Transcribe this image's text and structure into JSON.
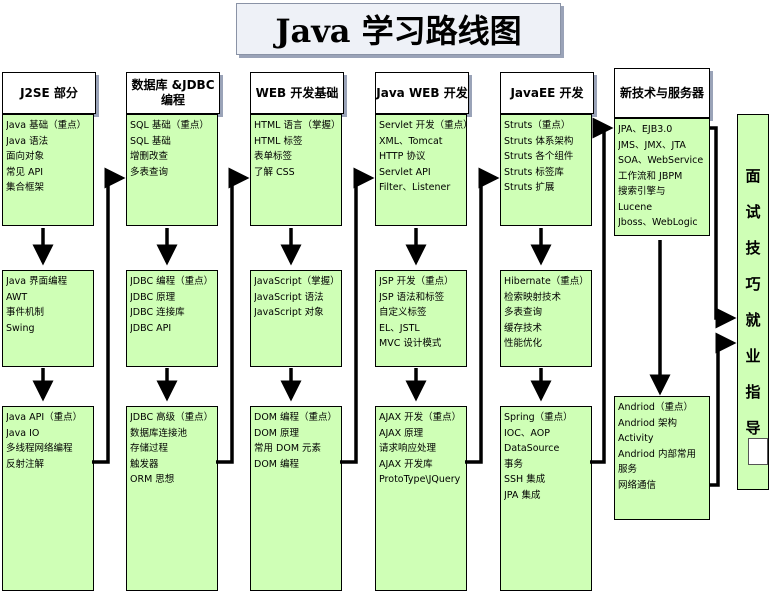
{
  "title": "Java 学习路线图",
  "columns": [
    {
      "header": "J2SE 部分",
      "boxes": [
        [
          "Java 基础（重点）",
          "Java 语法",
          "面向对象",
          "常见 API",
          "集合框架"
        ],
        [
          "Java 界面编程",
          "AWT",
          "事件机制",
          "Swing"
        ],
        [
          "Java API（重点）",
          "Java IO",
          "多线程网络编程",
          "反射注解"
        ]
      ]
    },
    {
      "header": "数据库 &JDBC 编程",
      "boxes": [
        [
          "SQL 基础（重点）",
          "SQL 基础",
          "增删改查",
          "多表查询"
        ],
        [
          "JDBC 编程（重点）",
          "JDBC 原理",
          "JDBC 连接库",
          "JDBC API"
        ],
        [
          "JDBC 高级（重点）",
          "数据库连接池",
          "存储过程",
          "触发器",
          "ORM 思想"
        ]
      ]
    },
    {
      "header": "WEB 开发基础",
      "boxes": [
        [
          "HTML 语言（掌握）",
          "HTML 标签",
          "表单标签",
          "了解 CSS"
        ],
        [
          "JavaScript（掌握）",
          "JavaScript 语法",
          "JavaScript 对象"
        ],
        [
          "DOM 编程（重点）",
          "DOM 原理",
          "常用 DOM 元素",
          "DOM 编程"
        ]
      ]
    },
    {
      "header": "Java WEB 开发",
      "boxes": [
        [
          "Servlet 开发（重点）",
          "XML、Tomcat",
          "HTTP 协议",
          "Servlet API",
          "Filter、Listener"
        ],
        [
          "JSP 开发（重点）",
          "JSP 语法和标签",
          "自定义标签",
          "EL、JSTL",
          "MVC 设计模式"
        ],
        [
          "AJAX 开发（重点）",
          "AJAX 原理",
          "请求响应处理",
          "AJAX 开发库",
          "ProtoType\\JQuery"
        ]
      ]
    },
    {
      "header": "JavaEE 开发",
      "boxes": [
        [
          "Struts（重点）",
          "Struts 体系架构",
          "Struts 各个组件",
          "Struts 标签库",
          "Struts 扩展"
        ],
        [
          "Hibernate（重点）",
          "检索映射技术",
          "多表查询",
          "缓存技术",
          "性能优化"
        ],
        [
          "Spring（重点）",
          "IOC、AOP",
          "DataSource",
          "事务",
          "SSH 集成",
          "JPA 集成"
        ]
      ]
    }
  ],
  "tech": {
    "header": "新技术与服务器",
    "box1": [
      "JPA、EJB3.0",
      "JMS、JMX、JTA",
      "SOA、WebService",
      "工作流和 JBPM",
      "搜索引擎与",
      "Lucene",
      "Jboss、WebLogic"
    ],
    "box2": [
      "Andriod（重点）",
      "Andriod 架构",
      "Activity",
      "Andriod 内部常用",
      "服务",
      "网络通信"
    ]
  },
  "interview": [
    "面",
    "试",
    "技",
    "巧",
    "就",
    "业",
    "指",
    "导"
  ],
  "colors": {
    "box_fill": "#cfffb6",
    "title_fill": "#eef1f7",
    "shadow": "#9aa3b8"
  }
}
